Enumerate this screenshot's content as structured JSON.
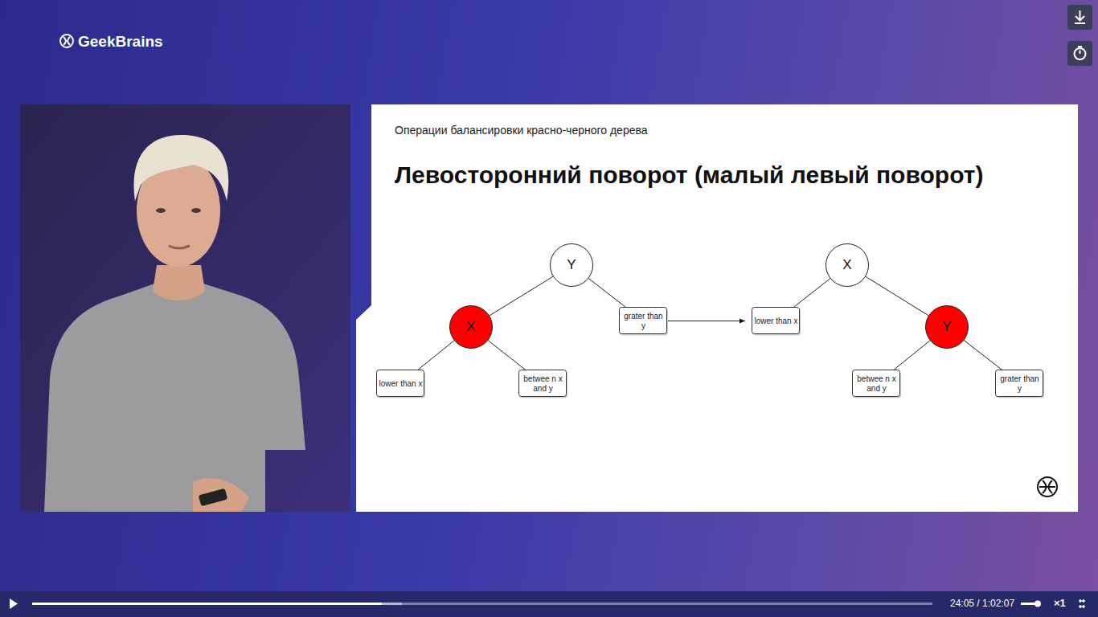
{
  "diagram": {
    "title": "Левосторонний поворот (малый левый поворот)",
    "nodes": [
      {
        "text": [
          "Y"
        ]
      },
      {
        "text": [
          "X"
        ]
      },
      {
        "text": [
          "grater than y"
        ]
      },
      {
        "text": [
          "lower than x"
        ]
      },
      {
        "text": [
          "betwee n x and y"
        ]
      },
      {
        "text": [
          "X"
        ]
      },
      {
        "text": [
          "lower than x"
        ]
      },
      {
        "text": [
          "Y"
        ]
      },
      {
        "text": [
          "betwee n x and y"
        ]
      },
      {
        "text": [
          "grater than y"
        ]
      }
    ],
    "edges": [
      {
        "from": 0,
        "to": 1,
        "arrow": "none"
      },
      {
        "from": 0,
        "to": 2,
        "arrow": "none"
      },
      {
        "from": 1,
        "to": 3,
        "arrow": "none"
      },
      {
        "from": 1,
        "to": 4,
        "arrow": "none"
      },
      {
        "from": 2,
        "to": 6,
        "arrow": "to"
      },
      {
        "from": 5,
        "to": 6,
        "arrow": "none"
      },
      {
        "from": 5,
        "to": 7,
        "arrow": "none"
      },
      {
        "from": 7,
        "to": 8,
        "arrow": "none"
      },
      {
        "from": 7,
        "to": 9,
        "arrow": "none"
      }
    ],
    "labels": [
      "GeekBrains",
      "Операции балансировки красно-черного дерева",
      "24:05 / 1:02:07",
      "×1"
    ]
  }
}
